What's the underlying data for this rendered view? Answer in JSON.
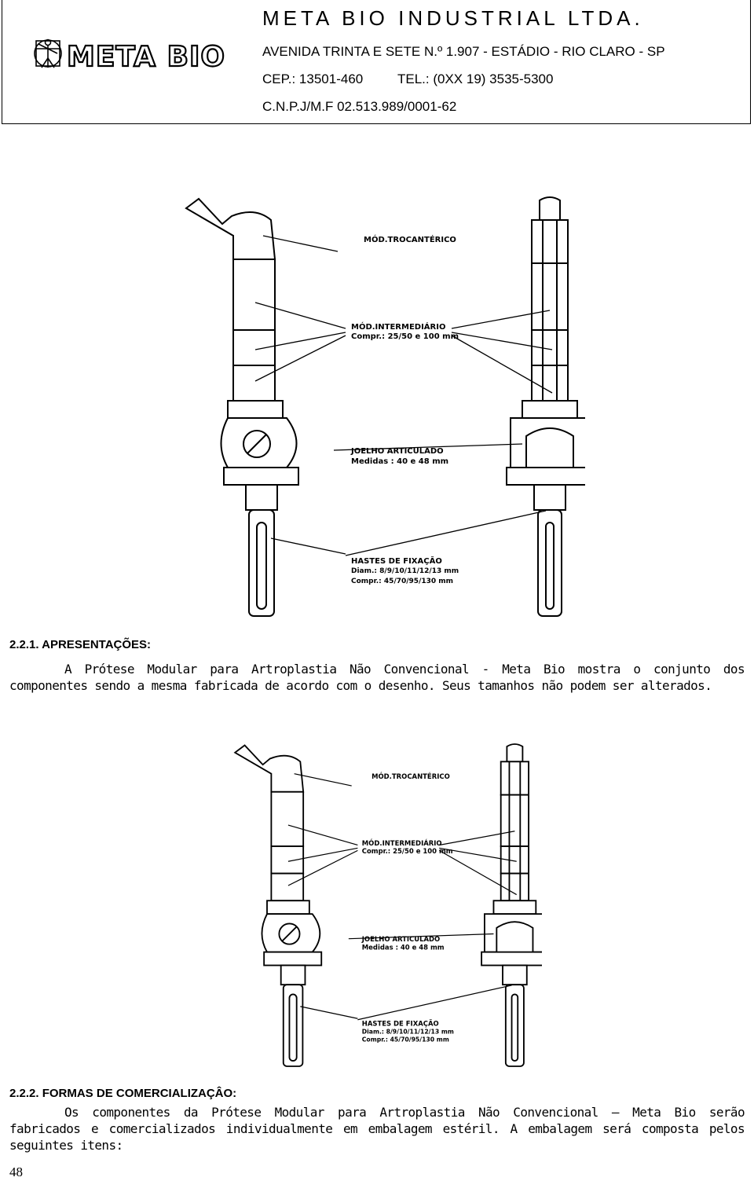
{
  "header": {
    "company": "META BIO INDUSTRIAL LTDA.",
    "logo_text": "META BIO",
    "address": "AVENIDA TRINTA E SETE N.º 1.907 - ESTÁDIO - RIO CLARO - SP",
    "cep": "CEP.: 13501-460",
    "tel": "TEL.: (0XX 19) 3535-5300",
    "cnpj": "C.N.P.J/M.F 02.513.989/0001-62"
  },
  "figure": {
    "trocanterico": "MÓD.TROCANTÉRICO",
    "intermediario": "MÓD.INTERMEDIÁRIO",
    "intermediario_compr": "Compr.: 25/50 e 100 mm",
    "joelho": "JOELHO ARTICULADO",
    "joelho_medidas": "Medidas : 40 e 48 mm",
    "hastes": "HASTES DE FIXAÇÃO",
    "hastes_diam": "Diam.: 8/9/10/11/12/13 mm",
    "hastes_compr": "Compr.: 45/70/95/130 mm"
  },
  "section1": {
    "heading": "2.2.1. APRESENTAÇÕES:",
    "text": "A Prótese Modular para Artroplastia Não Convencional - Meta Bio  mostra o conjunto dos componentes sendo a mesma fabricada de acordo com o desenho. Seus tamanhos não podem ser alterados."
  },
  "section2": {
    "heading": "2.2.2. FORMAS DE COMERCIALIZAÇÂO:",
    "text": "Os componentes da Prótese Modular para Artroplastia Não Convencional — Meta Bio serão fabricados e comercializados individualmente em embalagem estéril. A embalagem será composta pelos seguintes itens:"
  },
  "page_number": "48"
}
